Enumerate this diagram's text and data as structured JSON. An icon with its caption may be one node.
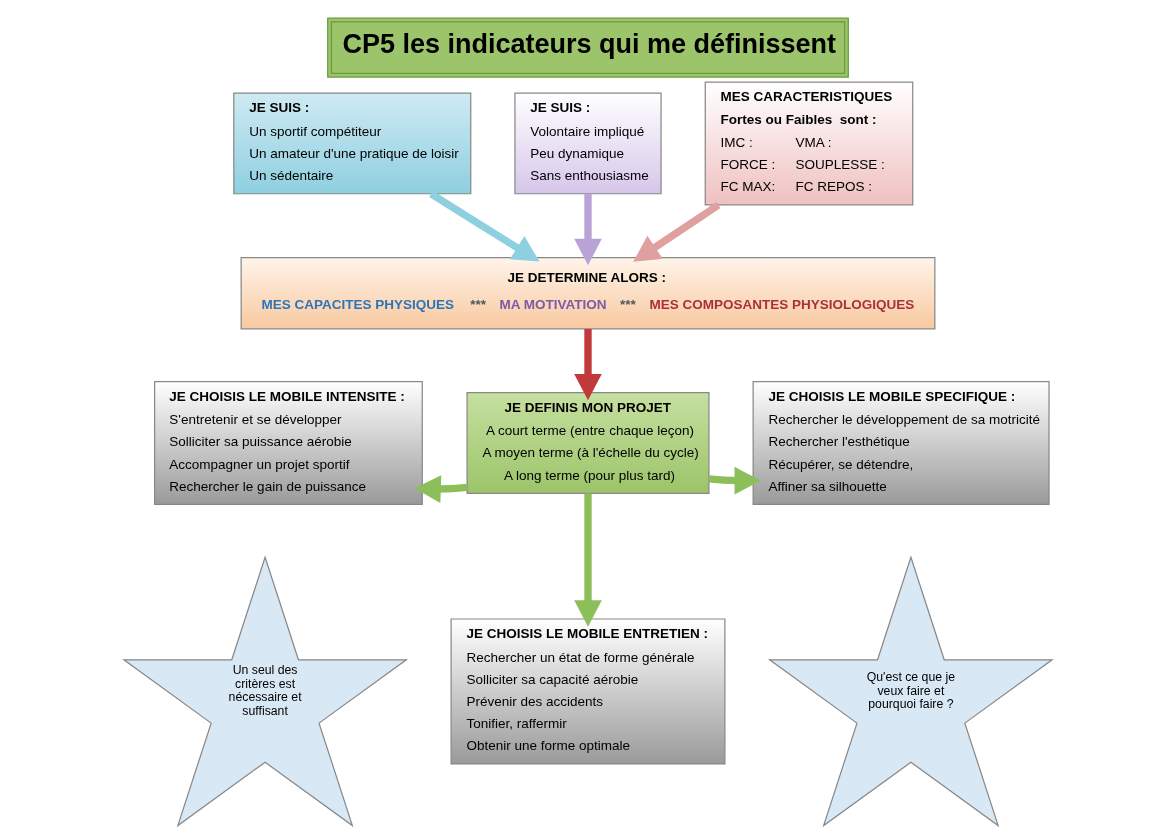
{
  "diagram": {
    "title": "CP5 les indicateurs qui me définissent",
    "nodes": [
      {
        "text": [
          "JE SUIS :",
          "Un sportif compétiteur",
          "Un amateur d'une pratique de loisir",
          "Un sédentaire"
        ]
      },
      {
        "text": [
          "JE SUIS :",
          "Volontaire impliqué",
          "Peu dynamique",
          "Sans enthousiasme"
        ]
      },
      {
        "text": [
          "MES CARACTERISTIQUES",
          "Fortes ou Faibles  sont :",
          "IMC :",
          "VMA :",
          "FORCE :",
          "SOUPLESSE :",
          "FC MAX:",
          "FC REPOS :"
        ]
      },
      {
        "text": [
          "JE DETERMINE ALORS :",
          "MES CAPACITES PHYSIQUES",
          "***",
          "MA MOTIVATION",
          "***",
          "MES COMPOSANTES PHYSIOLOGIQUES"
        ]
      },
      {
        "text": [
          "JE CHOISIS LE MOBILE INTENSITE :",
          "S'entretenir et se développer",
          "Solliciter sa puissance aérobie",
          "Accompagner un projet sportif",
          "Rechercher le gain de puissance"
        ]
      },
      {
        "text": [
          "JE CHOISIS LE MOBILE SPECIFIQUE :",
          "Rechercher le développement de sa motricité",
          "Rechercher l'esthétique",
          "Récupérer, se détendre,",
          "Affiner sa silhouette"
        ]
      },
      {
        "text": [
          "JE DEFINIS MON PROJET",
          "A court terme (entre chaque leçon)",
          "A moyen terme (à l'échelle du cycle)",
          "A long terme (pour plus tard)"
        ]
      },
      {
        "text": [
          "JE CHOISIS LE MOBILE ENTRETIEN :",
          "Rechercher un état de forme générale",
          "Solliciter sa capacité aérobie",
          "Prévenir des accidents",
          "Tonifier, raffermir",
          "Obtenir une forme optimale"
        ]
      },
      {
        "text": [
          "Un seul des critères est nécessaire et suffisant"
        ]
      },
      {
        "text": [
          "Qu'est ce que je veux faire et pourquoi faire ?"
        ]
      }
    ],
    "edges": [
      {
        "from": 0,
        "to": 3,
        "arrow": "to",
        "color": "#8ecfe0"
      },
      {
        "from": 1,
        "to": 3,
        "arrow": "to",
        "color": "#b9a3d6"
      },
      {
        "from": 2,
        "to": 3,
        "arrow": "to",
        "color": "#e0a0a0"
      },
      {
        "from": 3,
        "to": 6,
        "arrow": "to",
        "color": "#c0393b"
      },
      {
        "from": 6,
        "to": 4,
        "arrow": "to"
      },
      {
        "from": 6,
        "to": 5,
        "arrow": "to"
      },
      {
        "from": 6,
        "to": 7,
        "arrow": "to"
      }
    ]
  }
}
